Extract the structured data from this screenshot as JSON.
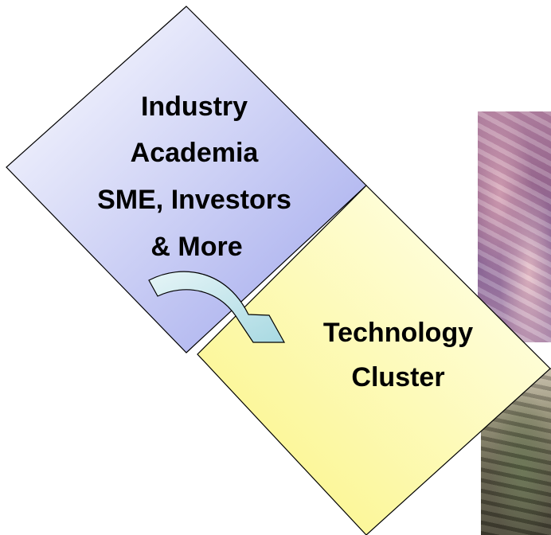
{
  "diagram": {
    "stakeholders_box": {
      "lines": [
        "Industry",
        "Academia",
        "SME, Investors",
        "& More"
      ]
    },
    "cluster_box": {
      "lines": [
        "Technology",
        "Cluster"
      ]
    },
    "arrow": {
      "from": "stakeholders_box",
      "to": "cluster_box"
    },
    "photos": [
      {
        "name": "money-photo",
        "depicts": "banknotes"
      },
      {
        "name": "lecture-hall-photo",
        "depicts": "students in lecture hall"
      }
    ],
    "colors": {
      "stakeholders_fill_light": "#ffffff",
      "stakeholders_fill_dark": "#9fa6ec",
      "cluster_fill_light": "#ffffe8",
      "cluster_fill_dark": "#fbf58a",
      "arrow_fill_light": "#e6f5f7",
      "arrow_fill_dark": "#a8d9e2",
      "outline": "#000000"
    }
  }
}
